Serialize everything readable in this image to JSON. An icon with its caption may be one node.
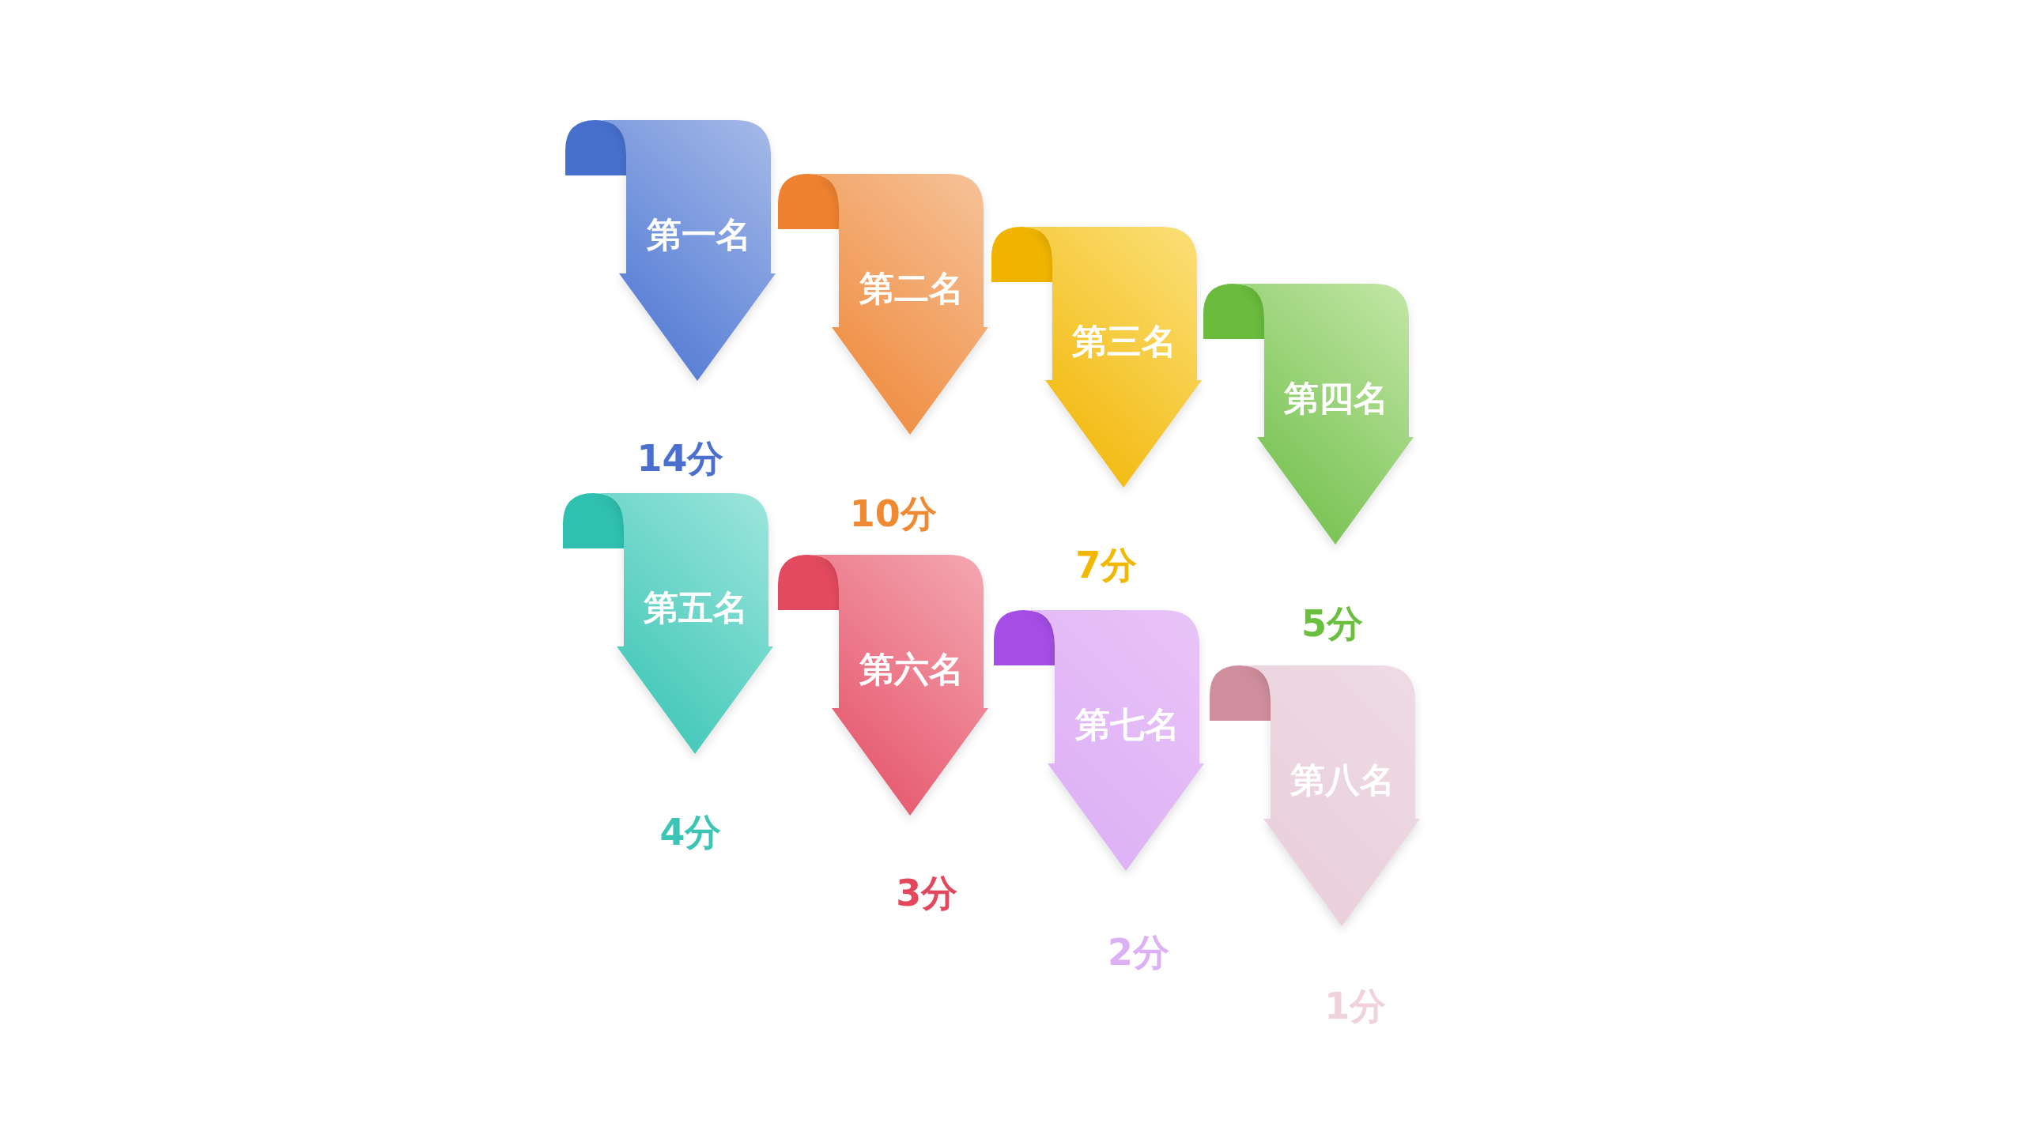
{
  "diagram": {
    "nodes": [
      {
        "text": [
          "第一名"
        ]
      },
      {
        "text": [
          "第二名"
        ]
      },
      {
        "text": [
          "第三名"
        ]
      },
      {
        "text": [
          "第四名"
        ]
      },
      {
        "text": [
          "第五名"
        ]
      },
      {
        "text": [
          "第六名"
        ]
      },
      {
        "text": [
          "第七名"
        ]
      },
      {
        "text": [
          "第八名"
        ]
      }
    ],
    "labels": [
      "14分",
      "10分",
      "7分",
      "5分",
      "4分",
      "3分",
      "2分",
      "1分"
    ]
  }
}
